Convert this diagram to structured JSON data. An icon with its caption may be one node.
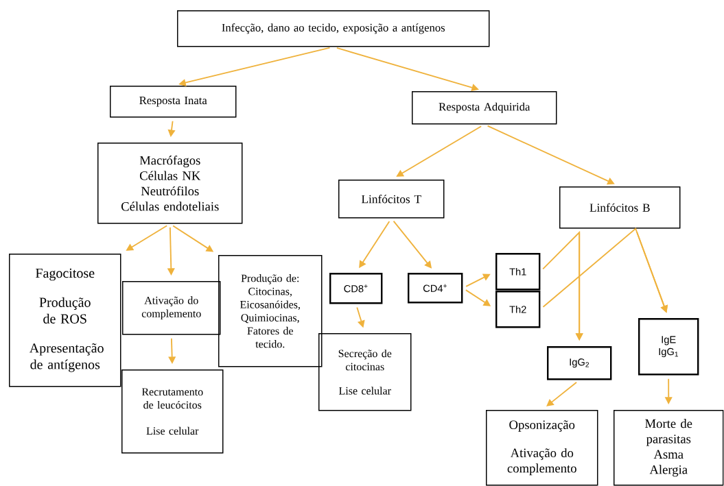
{
  "diagram": {
    "nodes": [
      {
        "text": [
          "Infecção, dano ao tecido, exposição a antígenos"
        ]
      },
      {
        "text": [
          "Resposta Inata"
        ]
      },
      {
        "text": [
          "Resposta Adquirida"
        ]
      },
      {
        "text": [
          "Macrófagos",
          "Células NK",
          "Neutrófilos",
          "Células endoteliais"
        ]
      },
      {
        "text": [
          "Linfócitos T"
        ]
      },
      {
        "text": [
          "Linfócitos B"
        ]
      },
      {
        "text": [
          "Fagocitose",
          "Produção de ROS",
          "Apresentação de antígenos"
        ]
      },
      {
        "text": [
          "Ativação do complemento"
        ]
      },
      {
        "text": [
          "Produção de: Citocinas, Eicosanóides, Quimiocinas, Fatores de tecido."
        ]
      },
      {
        "text": [
          "CD8$^{+}$"
        ]
      },
      {
        "text": [
          "CD4$^{+}$"
        ]
      },
      {
        "text": [
          "Th1"
        ]
      },
      {
        "text": [
          "Th2"
        ]
      },
      {
        "text": [
          "Secreção de citocinas",
          "Lise celular"
        ]
      },
      {
        "text": [
          "Recrutamento de leucócitos",
          "Lise celular"
        ]
      },
      {
        "text": [
          "IgE",
          "IgG$_{1}$"
        ]
      },
      {
        "text": [
          "IgG$_{2}$"
        ]
      },
      {
        "text": [
          "Opsonização",
          "Ativação do complemento"
        ]
      },
      {
        "text": [
          "Morte de parasitas",
          "Asma",
          "Alergia"
        ]
      }
    ],
    "edges": [
      {
        "from": 0,
        "to": 1,
        "arrow": "to"
      },
      {
        "from": 0,
        "to": 2,
        "arrow": "to"
      },
      {
        "from": 1,
        "to": 3,
        "arrow": "to"
      },
      {
        "from": 2,
        "to": 4,
        "arrow": "to"
      },
      {
        "from": 2,
        "to": 5,
        "arrow": "to"
      },
      {
        "from": 3,
        "to": 6,
        "arrow": "to"
      },
      {
        "from": 3,
        "to": 7,
        "arrow": "to"
      },
      {
        "from": 3,
        "to": 8,
        "arrow": "to"
      },
      {
        "from": 4,
        "to": 9,
        "arrow": "to"
      },
      {
        "from": 4,
        "to": 10,
        "arrow": "to"
      },
      {
        "from": 10,
        "to": 11,
        "arrow": "to"
      },
      {
        "from": 10,
        "to": 12,
        "arrow": "to"
      },
      {
        "from": 9,
        "to": 13,
        "arrow": "to"
      },
      {
        "from": 7,
        "to": 14,
        "arrow": "to"
      },
      {
        "from": 11,
        "to": 16,
        "arrow": "to"
      },
      {
        "from": 5,
        "to": 16,
        "arrow": "to"
      },
      {
        "from": 12,
        "to": 15,
        "arrow": "to"
      },
      {
        "from": 5,
        "to": 15,
        "arrow": "to"
      },
      {
        "from": 16,
        "to": 17,
        "arrow": "to"
      },
      {
        "from": 15,
        "to": 18,
        "arrow": "to"
      }
    ]
  }
}
